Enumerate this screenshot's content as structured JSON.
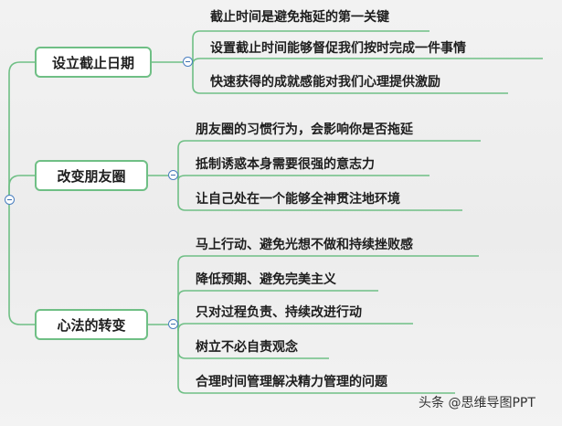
{
  "branches": [
    {
      "title": "设立截止日期",
      "items": [
        "截止时间是避免拖延的第一关键",
        "设置截止时间能够督促我们按时完成一件事情",
        "快速获得的成就感能对我们心理提供激励"
      ]
    },
    {
      "title": "改变朋友圈",
      "items": [
        "朋友圈的习惯行为，会影响你是否拖延",
        "抵制诱惑本身需要很强的意志力",
        "让自己处在一个能够全神贯注地环境"
      ]
    },
    {
      "title": "心法的转变",
      "items": [
        "马上行动、避免光想不做和持续挫败感",
        "降低预期、避免完美主义",
        "只对过程负责、持续改进行动",
        "树立不必自责观念",
        "合理时间管理解决精力管理的问题"
      ]
    }
  ],
  "watermark": "头条 @思维导图PPT",
  "colors": {
    "branch_border": "#6fbf85",
    "connector": "#6fbf85",
    "toggle": "#4a7fc0"
  }
}
